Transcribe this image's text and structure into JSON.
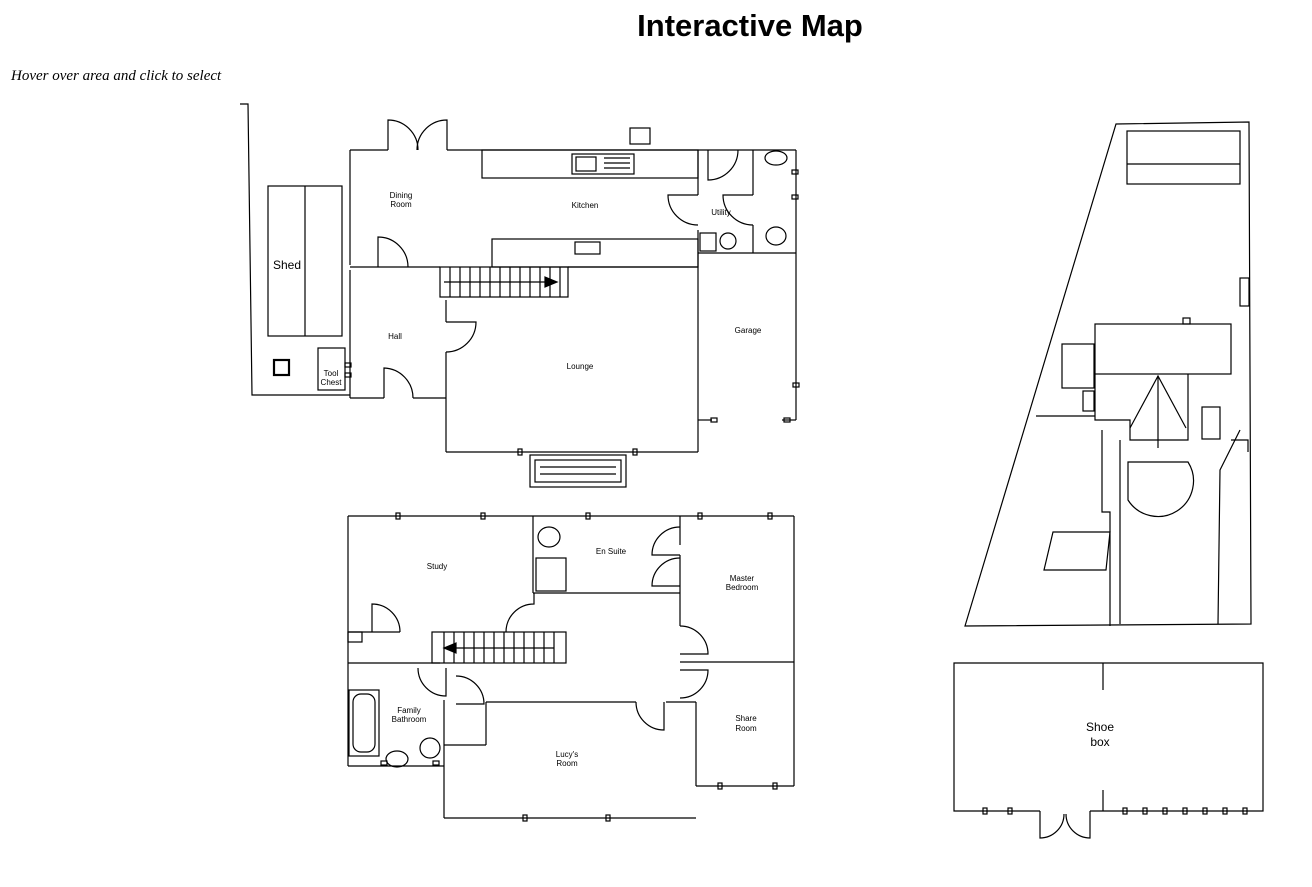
{
  "page": {
    "title": "Interactive Map",
    "hint": "Hover over area and click to select"
  },
  "rooms": {
    "shed": "Shed",
    "tool_chest_1": "Tool",
    "tool_chest_2": "Chest",
    "dining_1": "Dining",
    "dining_2": "Room",
    "kitchen": "Kitchen",
    "utility": "Utility",
    "hall": "Hall",
    "lounge": "Lounge",
    "garage": "Garage",
    "study": "Study",
    "en_suite": "En Suite",
    "master_1": "Master",
    "master_2": "Bedroom",
    "family_1": "Family",
    "family_2": "Bathroom",
    "lucys_1": "Lucy's",
    "lucys_2": "Room",
    "share_1": "Share",
    "share_2": "Room",
    "shoebox_1": "Shoe",
    "shoebox_2": "box"
  }
}
